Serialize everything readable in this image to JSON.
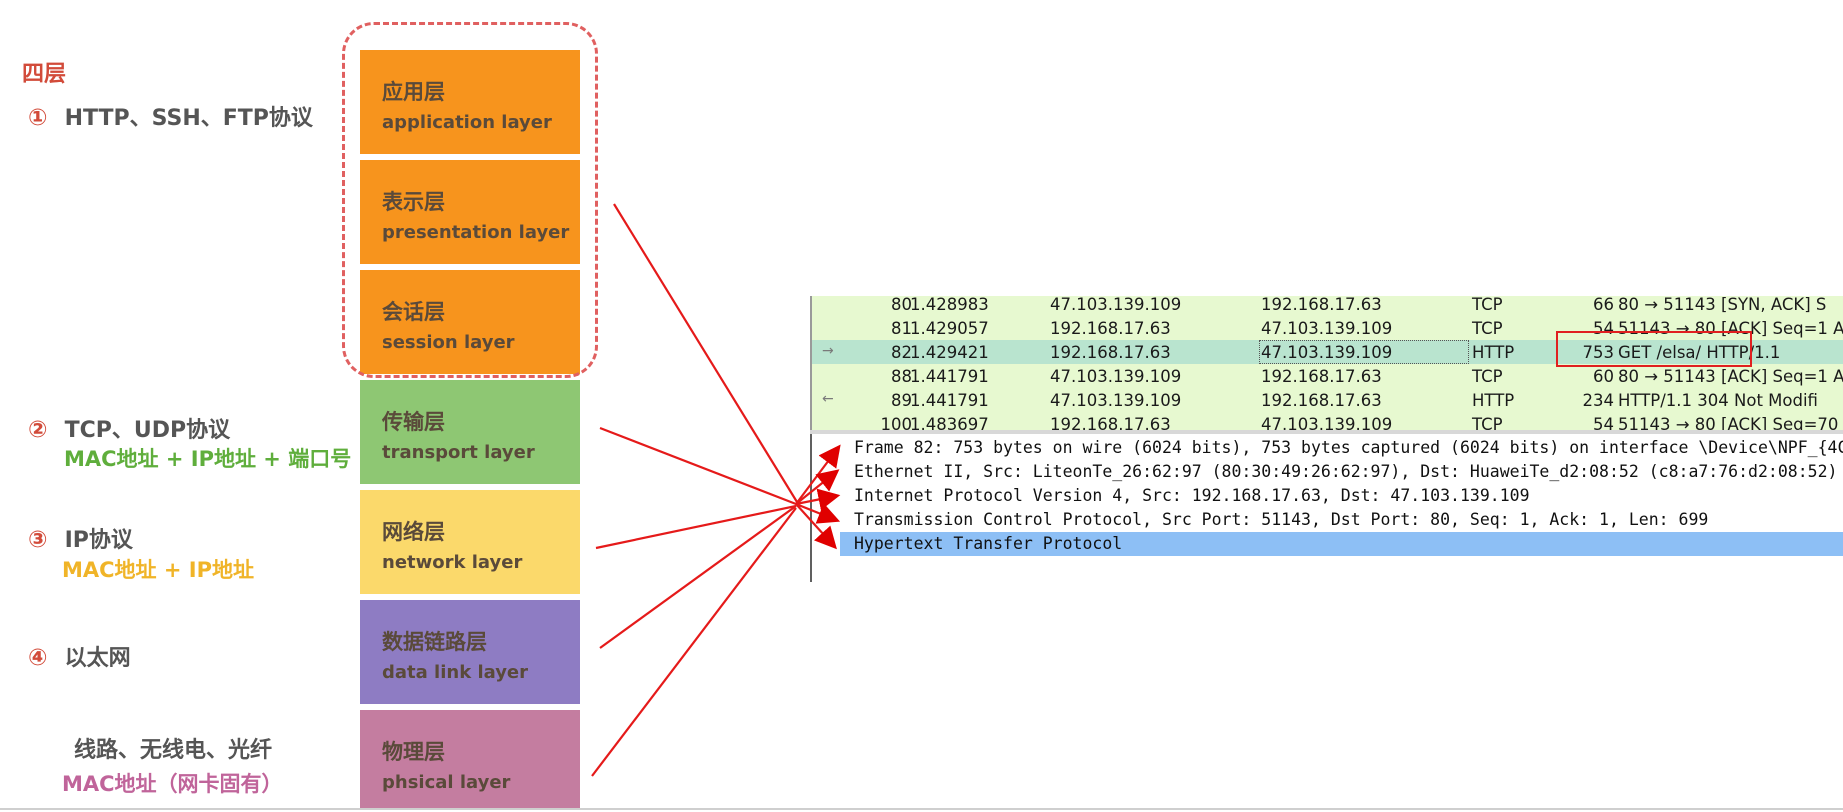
{
  "heading": "四层",
  "items": [
    {
      "num": "①",
      "text": "HTTP、SSH、FTP协议"
    },
    {
      "num": "②",
      "text": "TCP、UDP协议",
      "sub": "MAC地址 + IP地址 + 端口号"
    },
    {
      "num": "③",
      "text": "IP协议",
      "sub": "MAC地址 + IP地址"
    },
    {
      "num": "④",
      "text": "以太网"
    },
    {
      "text": "线路、无线电、光纤",
      "sub": "MAC地址（网卡固有）"
    }
  ],
  "layers": [
    {
      "zh": "应用层",
      "en": "application layer",
      "color": "#f7941d"
    },
    {
      "zh": "表示层",
      "en": "presentation layer",
      "color": "#f7941d"
    },
    {
      "zh": "会话层",
      "en": "session layer",
      "color": "#f7941d"
    },
    {
      "zh": "传输层",
      "en": "transport layer",
      "color": "#8ec773"
    },
    {
      "zh": "网络层",
      "en": "network layer",
      "color": "#fbd96b"
    },
    {
      "zh": "数据链路层",
      "en": "data link layer",
      "color": "#8e7cc3"
    },
    {
      "zh": "物理层",
      "en": "phsical layer",
      "color": "#c47da0"
    }
  ],
  "packets": [
    {
      "no": "80",
      "time": "1.428983",
      "src": "47.103.139.109",
      "dst": "192.168.17.63",
      "proto": "TCP",
      "len": "66",
      "info": "80 → 51143 [SYN, ACK] S"
    },
    {
      "no": "81",
      "time": "1.429057",
      "src": "192.168.17.63",
      "dst": "47.103.139.109",
      "proto": "TCP",
      "len": "54",
      "info": "51143 → 80 [ACK] Seq=1 A"
    },
    {
      "no": "82",
      "time": "1.429421",
      "src": "192.168.17.63",
      "dst": "47.103.139.109",
      "proto": "HTTP",
      "len": "753",
      "info": "GET /elsa/ HTTP/1.1"
    },
    {
      "no": "88",
      "time": "1.441791",
      "src": "47.103.139.109",
      "dst": "192.168.17.63",
      "proto": "TCP",
      "len": "60",
      "info": "80 → 51143 [ACK] Seq=1 A"
    },
    {
      "no": "89",
      "time": "1.441791",
      "src": "47.103.139.109",
      "dst": "192.168.17.63",
      "proto": "HTTP",
      "len": "234",
      "info": "HTTP/1.1 304 Not Modifi"
    },
    {
      "no": "100",
      "time": "1.483697",
      "src": "192.168.17.63",
      "dst": "47.103.139.109",
      "proto": "TCP",
      "len": "54",
      "info": "51143 → 80 [ACK] Seq=70"
    }
  ],
  "details": [
    "Frame 82: 753 bytes on wire (6024 bits), 753 bytes captured (6024 bits) on interface \\Device\\NPF_{4C",
    "Ethernet II, Src: LiteonTe_26:62:97 (80:30:49:26:62:97), Dst: HuaweiTe_d2:08:52 (c8:a7:76:d2:08:52)",
    "Internet Protocol Version 4, Src: 192.168.17.63, Dst: 47.103.139.109",
    "Transmission Control Protocol, Src Port: 51143, Dst Port: 80, Seq: 1, Ack: 1, Len: 699",
    "Hypertext Transfer Protocol"
  ]
}
